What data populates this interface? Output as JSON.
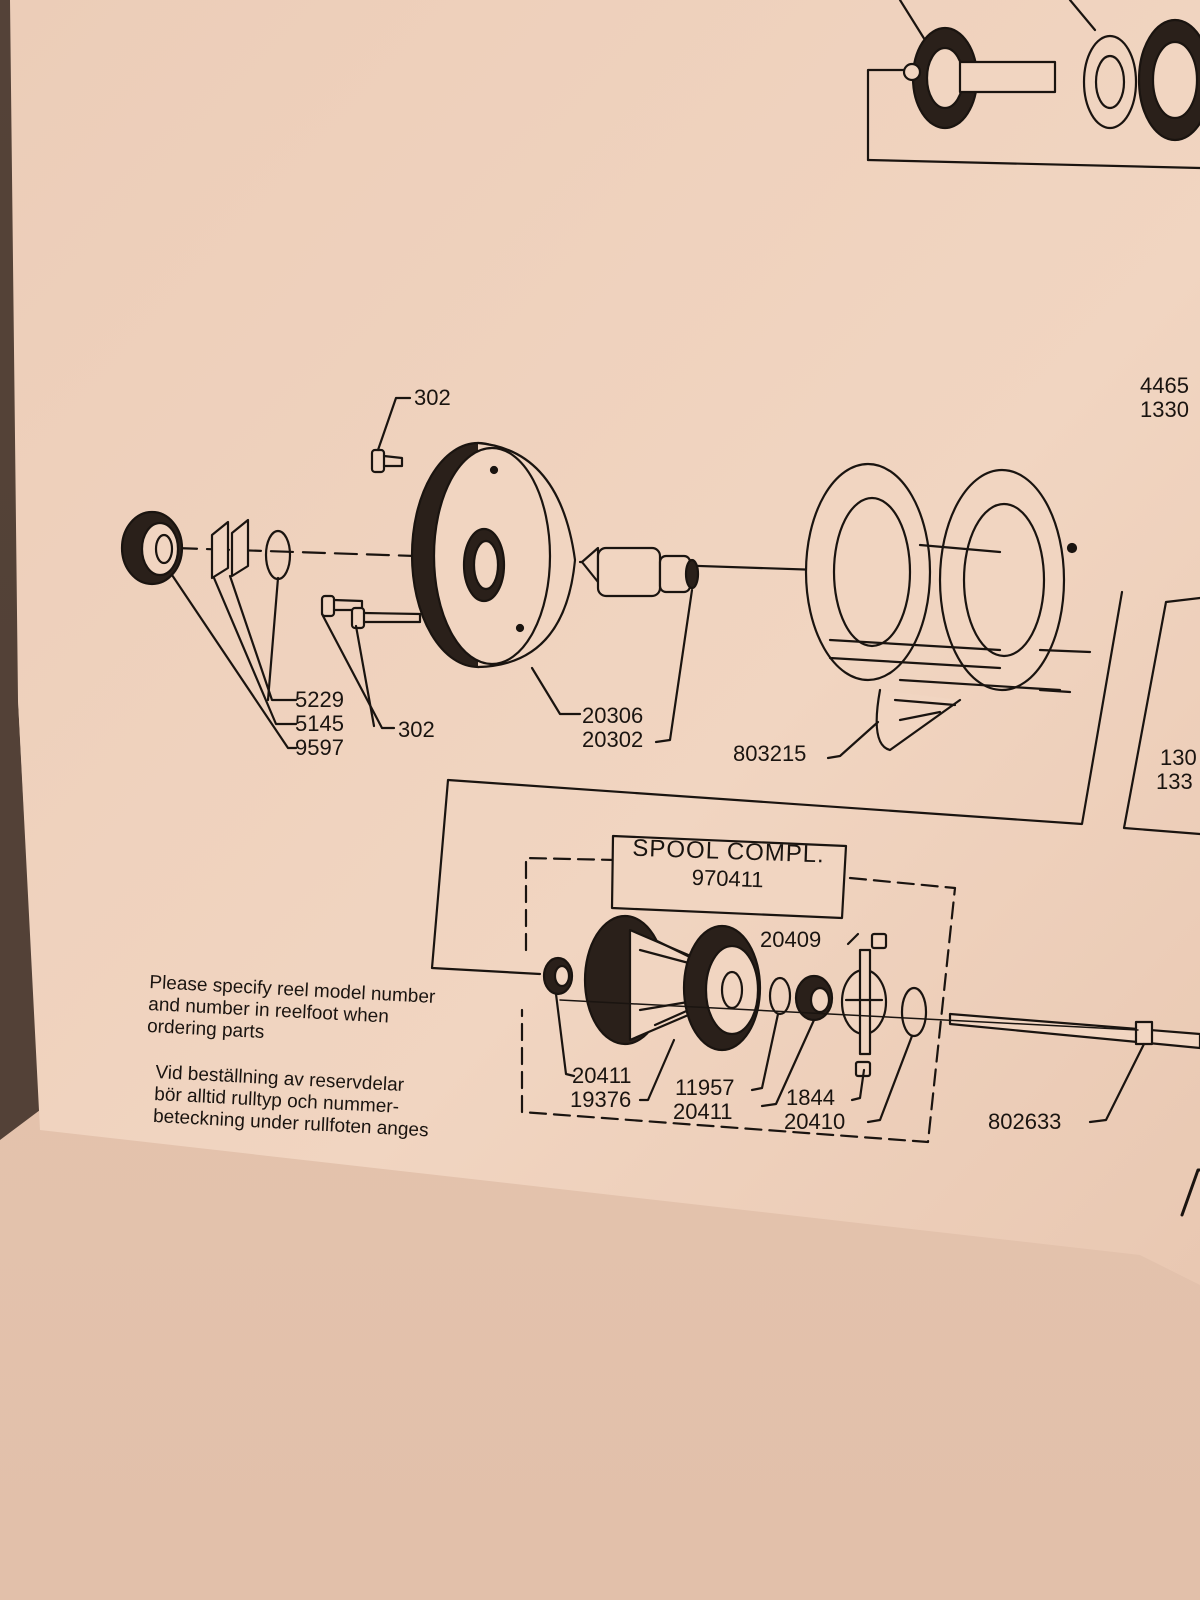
{
  "labels": {
    "p302_top": "302",
    "p302_bottom": "302",
    "p5229": "5229",
    "p5145": "5145",
    "p9597": "9597",
    "p20306": "20306",
    "p20302": "20302",
    "p803215": "803215",
    "p4465": "4465",
    "p1330": "1330",
    "p130": "130",
    "p133": "133",
    "p20409": "20409",
    "p20411_a": "20411",
    "p19376": "19376",
    "p11957": "11957",
    "p20411_b": "20411",
    "p1844": "1844",
    "p20410": "20410",
    "p802633": "802633"
  },
  "spool_box": {
    "title": "SPOOL COMPL.",
    "number": "970411"
  },
  "notes": {
    "english": [
      "Please specify reel model number",
      "and number in reelfoot when",
      "ordering parts"
    ],
    "swedish": [
      "Vid beställning av reservdelar",
      "bör alltid rulltyp och nummer-",
      "beteckning under rullfoten anges"
    ]
  },
  "colors": {
    "paper": "#f2d9c6",
    "ink": "#1a1410",
    "background": "#e3c2ac"
  }
}
